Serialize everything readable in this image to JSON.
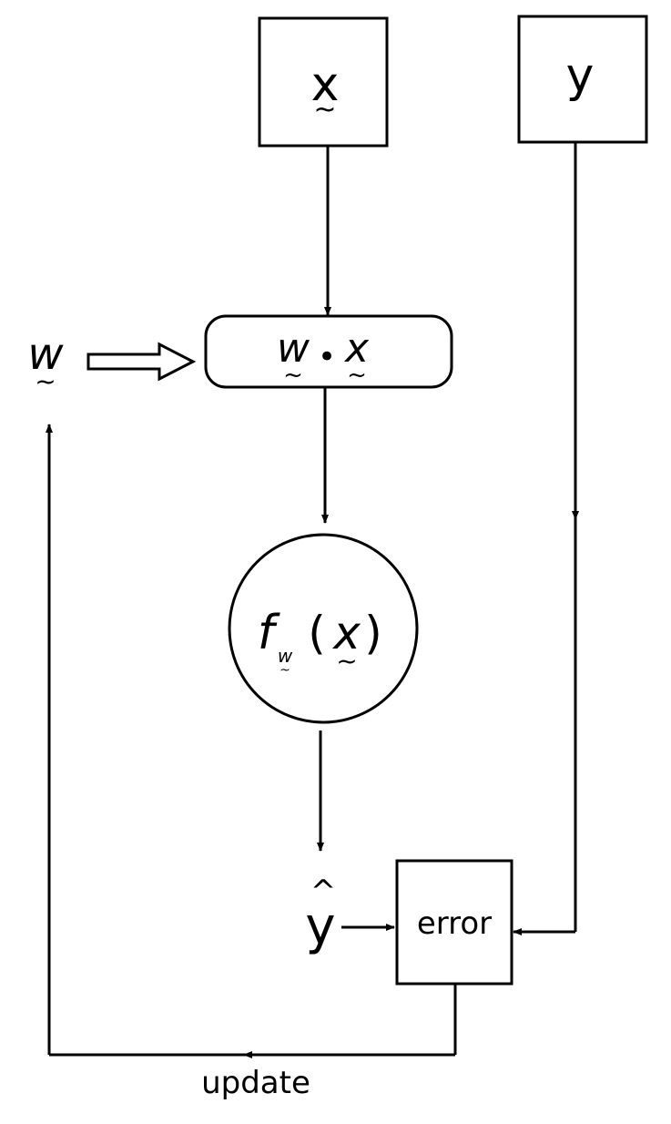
{
  "nodes": {
    "input_x": "x",
    "target_y": "y",
    "weights": "w",
    "dot_w": "w",
    "dot_operator": "•",
    "dot_x": "x",
    "function_f": "f",
    "function_subscript": "w",
    "function_open_paren": "(",
    "function_arg": "x",
    "function_close_paren": ")",
    "prediction": "y",
    "prediction_hat": "^",
    "error": "error",
    "update": "update"
  },
  "vector_marker": "~",
  "colors": {
    "stroke": "#000000",
    "background": "#ffffff"
  }
}
